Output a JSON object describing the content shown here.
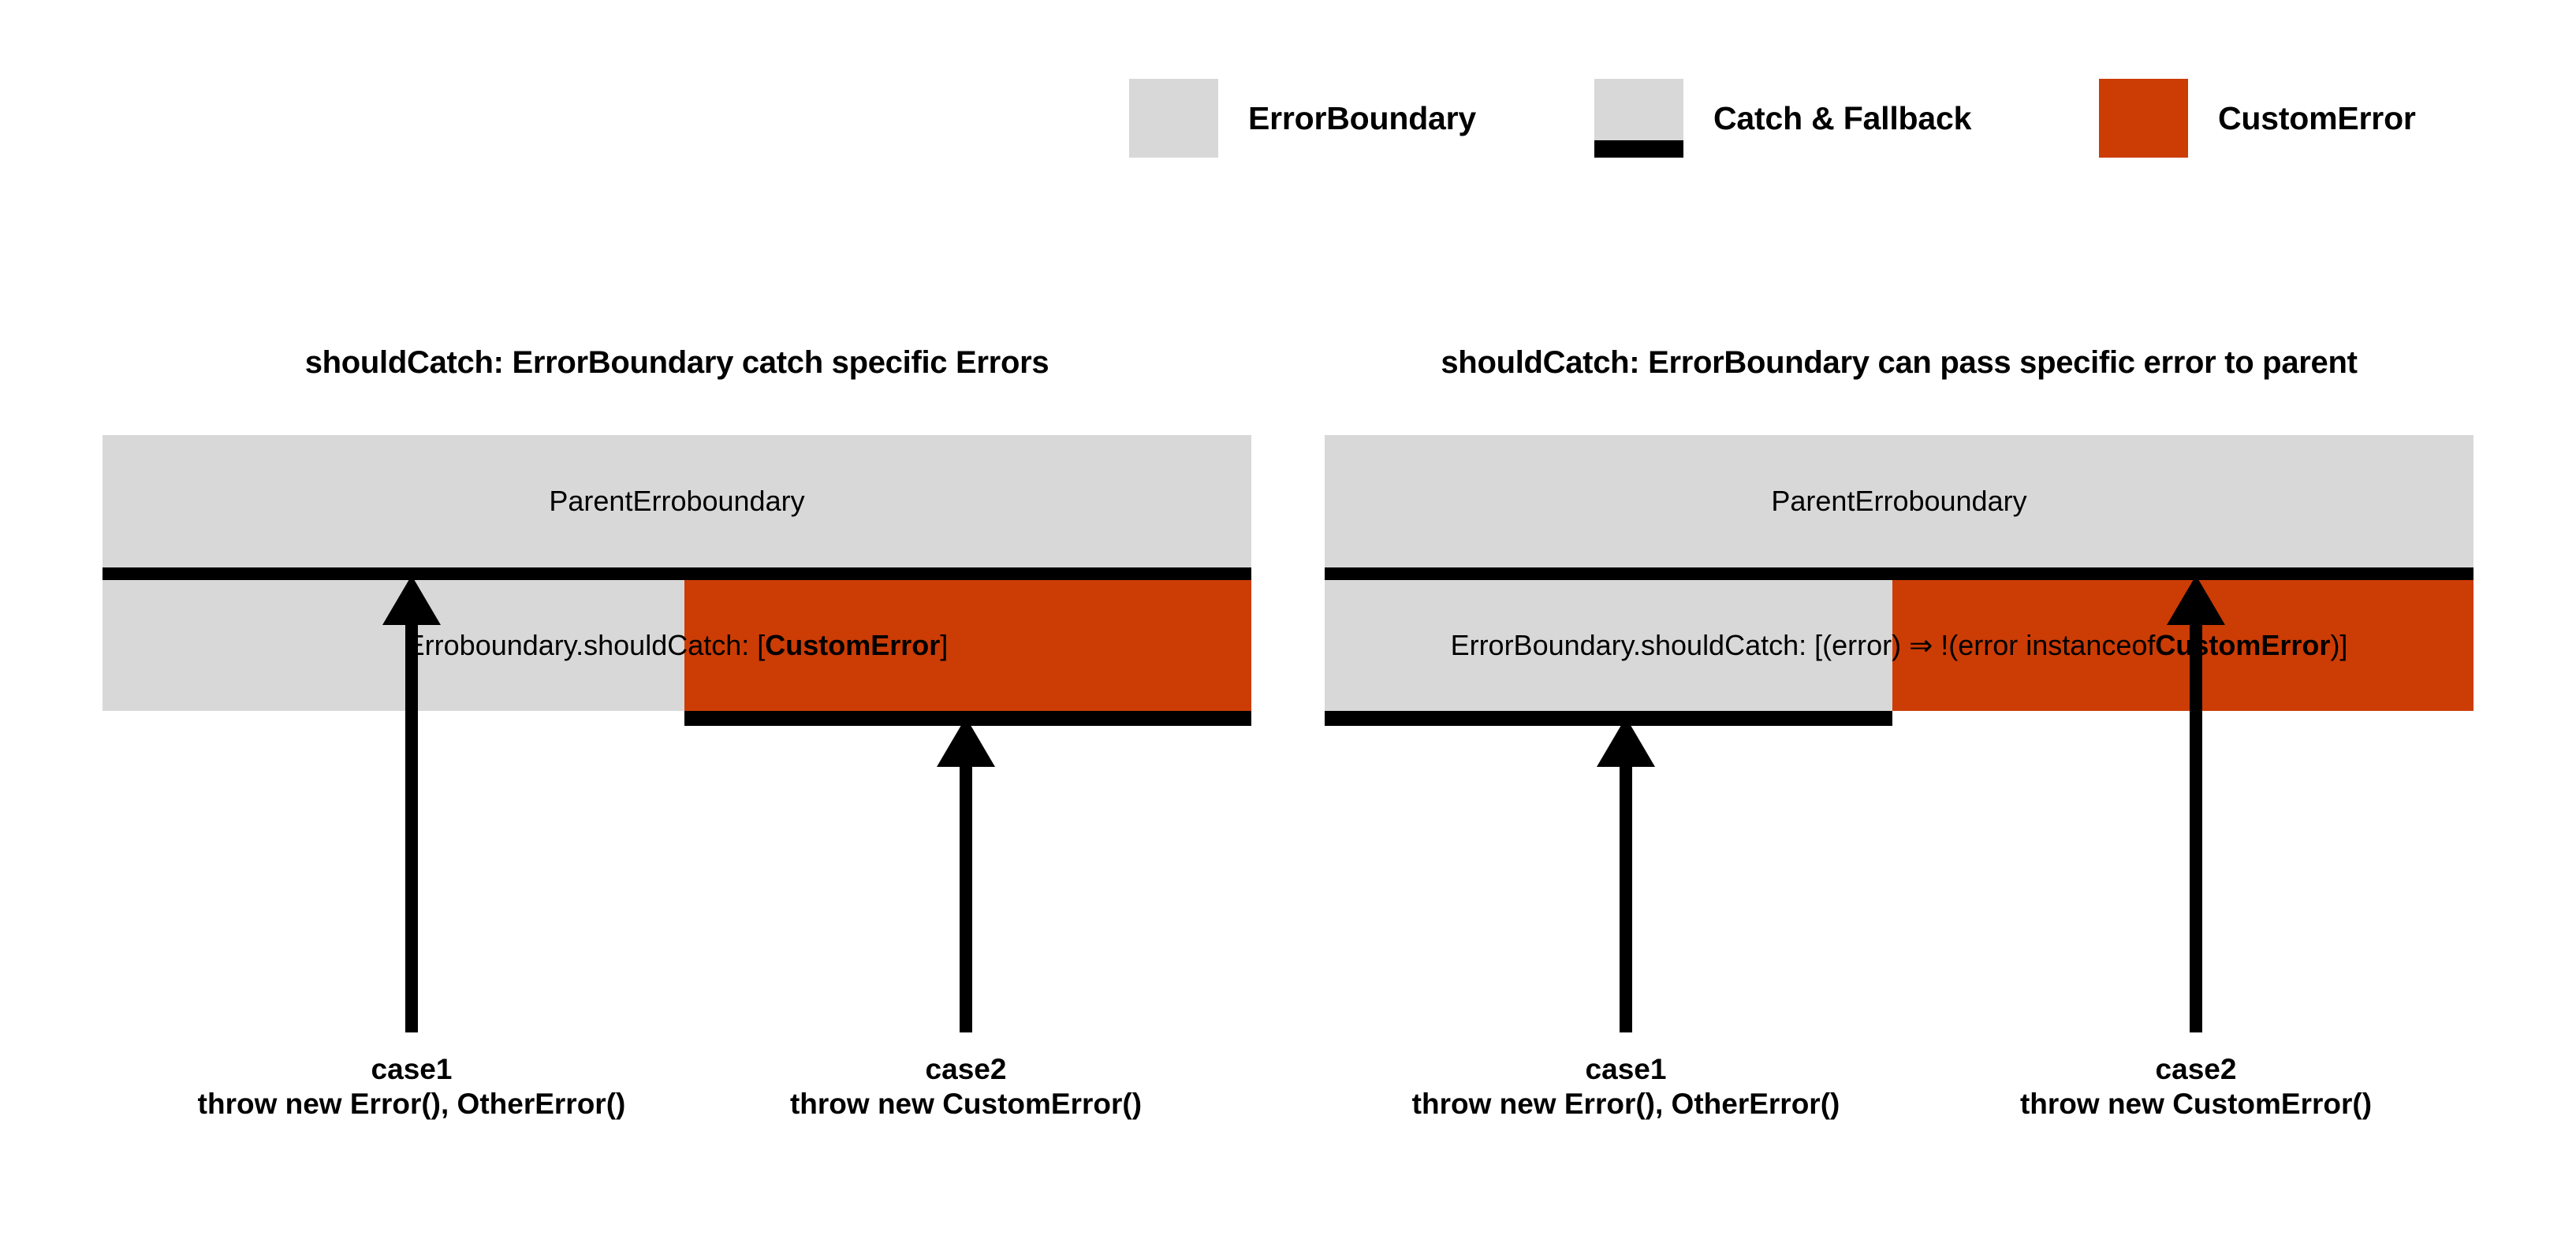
{
  "legend": {
    "items": [
      {
        "label": "ErrorBoundary",
        "swatch": "gray",
        "color": "#d8d8d8",
        "icon": "legend-swatch-gray-icon"
      },
      {
        "label": "Catch & Fallback",
        "swatch": "gray-black",
        "color": "#d8d8d8",
        "accent": "#000000",
        "icon": "legend-swatch-gray-black-icon"
      },
      {
        "label": "CustomError",
        "swatch": "orange",
        "color": "#cc3c05",
        "icon": "legend-swatch-orange-icon"
      }
    ]
  },
  "panels": [
    {
      "title": "shouldCatch: ErrorBoundary catch specific Errors",
      "header_label": "ParentErroboundary",
      "body": {
        "prefix": "Erroboundary.shouldCatch: [",
        "emphasis": "CustomError",
        "suffix": "]"
      },
      "cases": [
        {
          "name": "case1",
          "line1": "case1",
          "line2": "throw new Error(), OtherError()"
        },
        {
          "name": "case2",
          "line1": "case2",
          "line2": "throw new CustomError()"
        }
      ]
    },
    {
      "title": "shouldCatch: ErrorBoundary can pass specific error to parent",
      "header_label": "ParentErroboundary",
      "body": {
        "prefix": "ErrorBoundary.shouldCatch: [(error) ⇒ !(error instanceof ",
        "emphasis": "CustomError",
        "suffix": ")]"
      },
      "cases": [
        {
          "name": "case1",
          "line1": "case1",
          "line2": "throw new Error(), OtherError()"
        },
        {
          "name": "case2",
          "line1": "case2",
          "line2": "throw new CustomError()"
        }
      ]
    }
  ],
  "colors": {
    "gray": "#d8d8d8",
    "orange": "#cc3c05",
    "black": "#000000",
    "background": "#ffffff"
  }
}
